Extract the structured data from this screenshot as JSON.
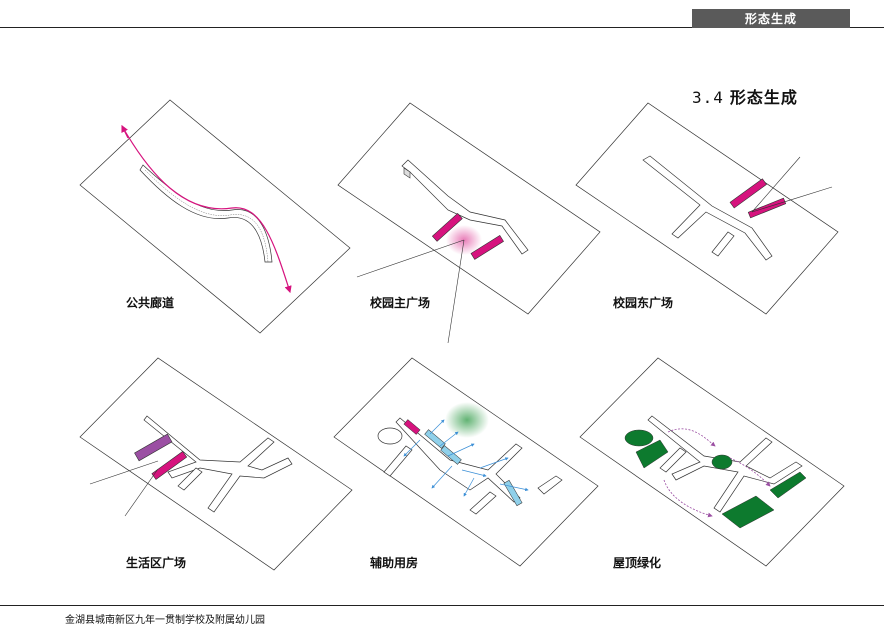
{
  "header": {
    "tab_label": "形态生成"
  },
  "section": {
    "number": "3.4",
    "title": "形态生成"
  },
  "panels": [
    {
      "caption": "公共廊道"
    },
    {
      "caption": "校园主广场"
    },
    {
      "caption": "校园东广场"
    },
    {
      "caption": "生活区广场"
    },
    {
      "caption": "辅助用房"
    },
    {
      "caption": "屋顶绿化"
    }
  ],
  "footer": {
    "text": "金湖县城南新区九年一贯制学校及附属幼儿园"
  },
  "colors": {
    "highlight_magenta": "#d6137e",
    "highlight_purple": "#9b4fa3",
    "auxiliary_blue": "#8fd0ea",
    "roof_green": "#0d7a2e",
    "header_bg": "#5a5a5a"
  }
}
